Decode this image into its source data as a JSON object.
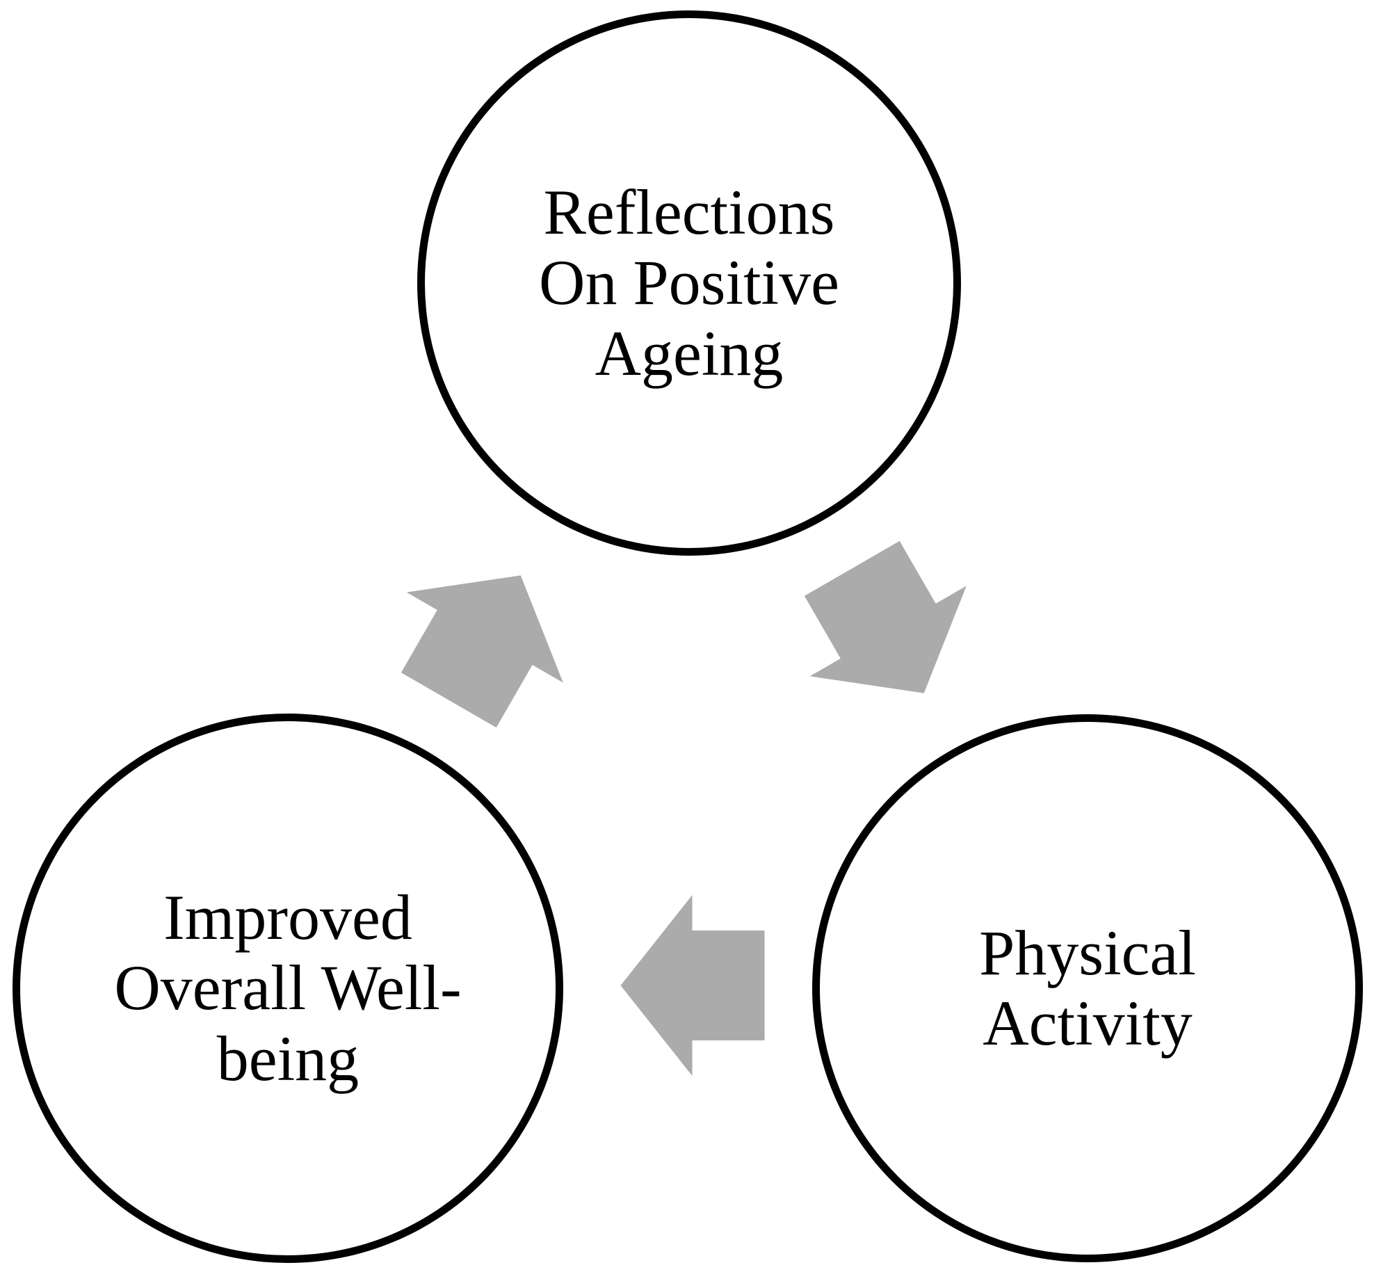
{
  "diagram": {
    "type": "cycle",
    "nodes": [
      {
        "id": "reflections",
        "label": "Reflections On Positive Ageing",
        "lines": [
          "Reflections",
          "On Positive",
          "Ageing"
        ],
        "position": "top"
      },
      {
        "id": "physical-activity",
        "label": "Physical Activity",
        "lines": [
          "Physical",
          "Activity"
        ],
        "position": "bottom-right"
      },
      {
        "id": "improved-wellbeing",
        "label": "Improved Overall Well-being",
        "lines": [
          "Improved",
          "Overall Well-",
          "being"
        ],
        "position": "bottom-left"
      }
    ],
    "arrows": [
      {
        "from": "reflections",
        "to": "physical-activity",
        "direction": "down-right"
      },
      {
        "from": "physical-activity",
        "to": "improved-wellbeing",
        "direction": "left"
      },
      {
        "from": "improved-wellbeing",
        "to": "reflections",
        "direction": "up-right"
      }
    ]
  },
  "colors": {
    "background": "#FFFFFF",
    "circle_fill": "#FFFFFF",
    "circle_stroke": "#000000",
    "text": "#000000",
    "arrow": "#ABABAB"
  }
}
